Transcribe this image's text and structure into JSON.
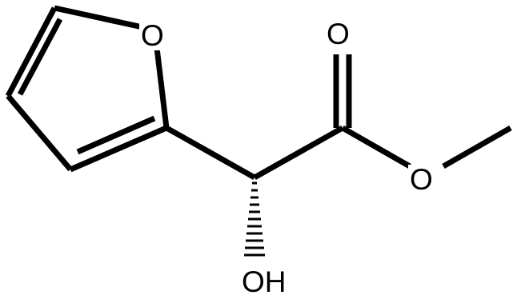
{
  "molecule": {
    "atoms": {
      "ring_oxygen": "O",
      "carbonyl_oxygen": "O",
      "ester_oxygen": "O",
      "hydroxyl": "OH"
    },
    "stereo_bond": "hashed-wedge"
  },
  "colors": {
    "bond": "#000000",
    "background": "#ffffff"
  }
}
